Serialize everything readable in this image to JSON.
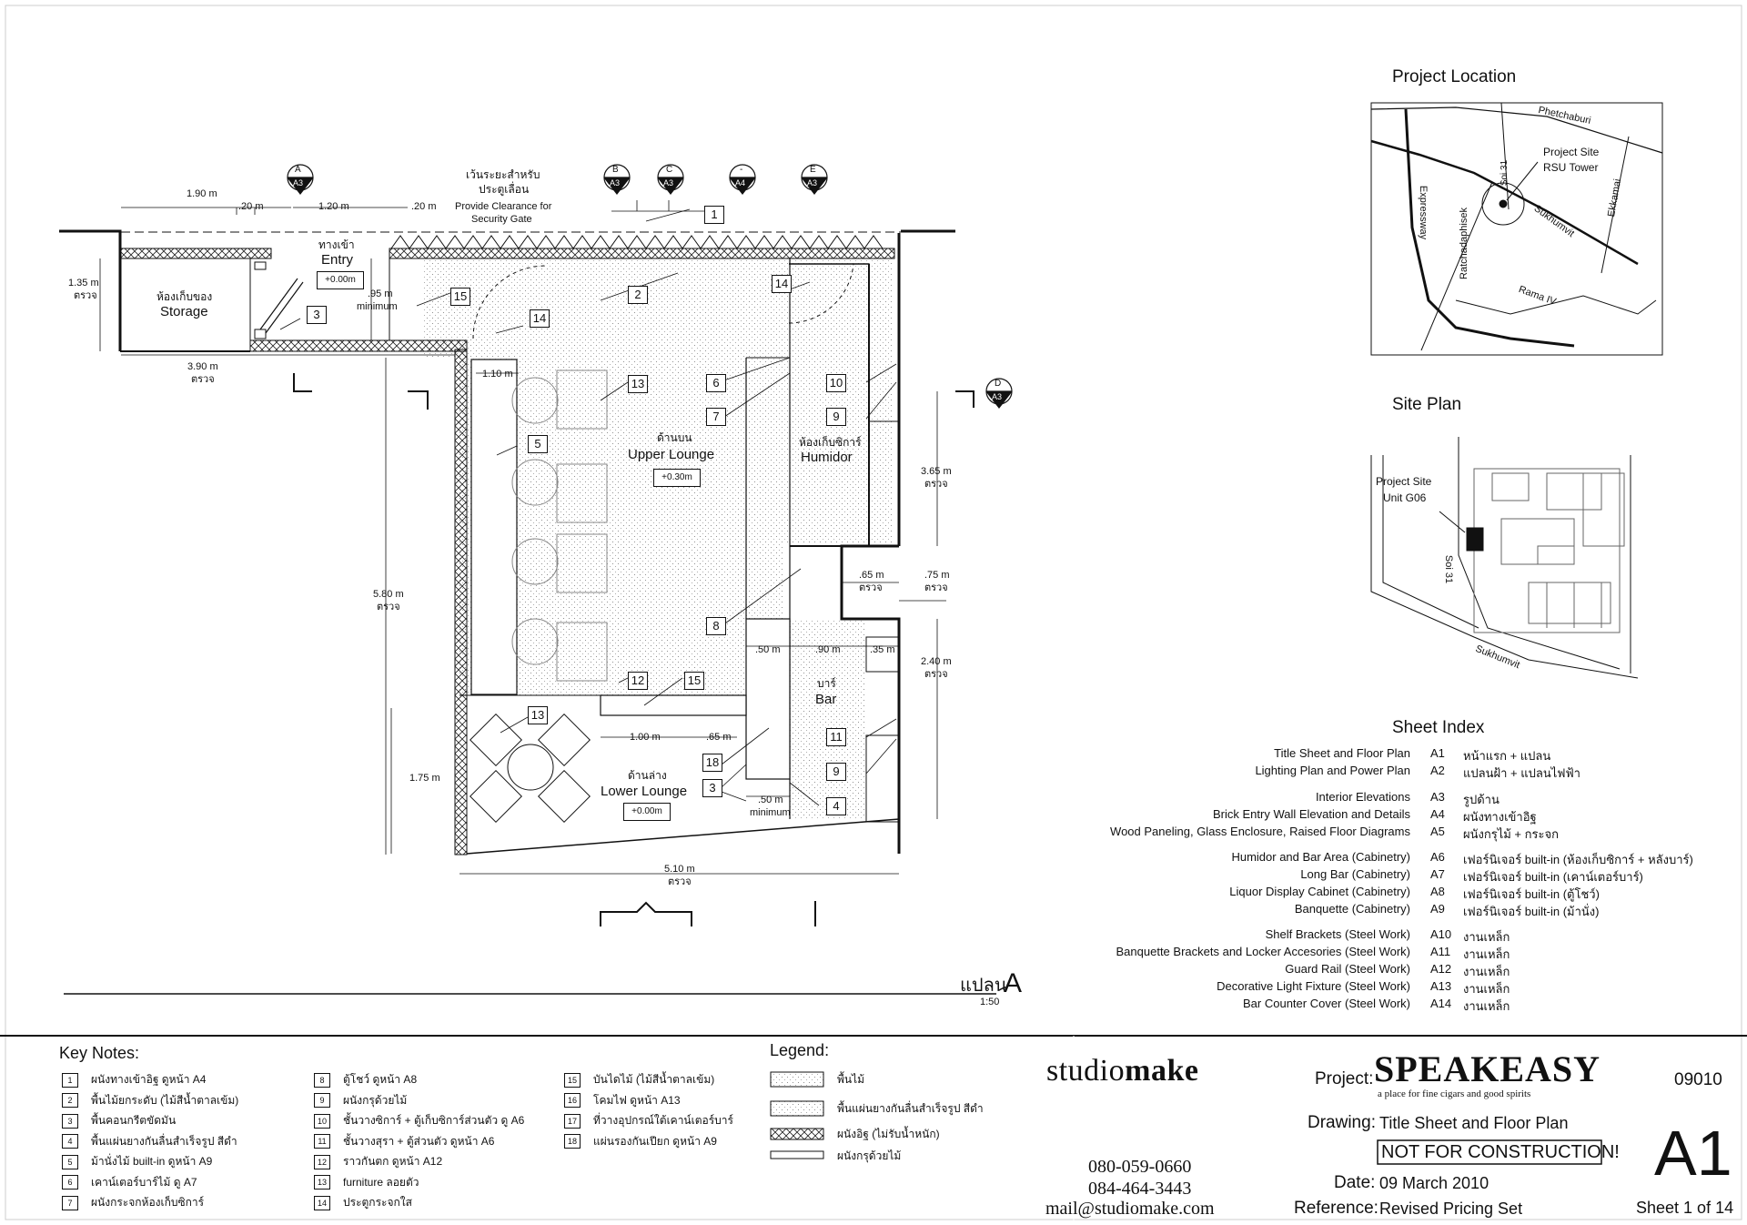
{
  "plan": {
    "title_thai": "แปลน",
    "title_letter": "A",
    "scale": "1:50",
    "rooms": {
      "storage_thai": "ห้องเก็บของ",
      "storage": "Storage",
      "entry_thai": "ทางเข้า",
      "entry": "Entry",
      "entry_level": "+0.00m",
      "upper_thai": "ด้านบน",
      "upper": "Upper Lounge",
      "upper_level": "+0.30m",
      "humidor_thai": "ห้องเก็บซิการ์",
      "humidor": "Humidor",
      "bar_thai": "บาร์",
      "bar": "Bar",
      "lower_thai": "ด้านล่าง",
      "lower": "Lower Lounge",
      "lower_level": "+0.00m"
    },
    "clearance_thai_1": "เว้นระยะสำหรับ",
    "clearance_thai_2": "ประตูเลื่อน",
    "clearance_en_1": "Provide Clearance for",
    "clearance_en_2": "Security Gate",
    "dims": {
      "d190": "1.90 m",
      "d20a": ".20 m",
      "d120": "1.20 m",
      "d20b": ".20 m",
      "d135": "1.35 m",
      "d135v": "ตรวจ",
      "d95": ".95 m",
      "d95min": "minimum",
      "d390": "3.90 m",
      "d390v": "ตรวจ",
      "d110": "1.10 m",
      "d580": "5.80 m",
      "d580v": "ตรวจ",
      "d365": "3.65 m",
      "d365v": "ตรวจ",
      "d65": ".65 m",
      "d65v": "ตรวจ",
      "d75": ".75 m",
      "d75v": "ตรวจ",
      "d50": ".50 m",
      "d90": ".90 m",
      "d35": ".35 m",
      "d240": "2.40 m",
      "d240v": "ตรวจ",
      "d100": "1.00 m",
      "d65b": ".65 m",
      "d175": "1.75 m",
      "d50b": ".50 m",
      "d50min": "minimum",
      "d510": "5.10 m",
      "d510v": "ตรวจ"
    },
    "section_markers": [
      {
        "top": "A",
        "bot": "A3"
      },
      {
        "top": "B",
        "bot": "A3"
      },
      {
        "top": "C",
        "bot": "A3"
      },
      {
        "top": "-",
        "bot": "A4"
      },
      {
        "top": "E",
        "bot": "A3"
      },
      {
        "top": "D",
        "bot": "A3"
      }
    ],
    "callouts": [
      "1",
      "2",
      "3",
      "14",
      "15",
      "14",
      "13",
      "6",
      "7",
      "10",
      "9",
      "5",
      "8",
      "12",
      "15",
      "13",
      "18",
      "3",
      "11",
      "9",
      "4"
    ]
  },
  "location": {
    "title": "Project Location",
    "phetchaburi": "Phetchaburi",
    "soi31": "Soi 31",
    "site_1": "Project Site",
    "site_2": "RSU Tower",
    "expressway": "Expressway",
    "ratchadaphisek": "Ratchadaphisek",
    "sukhumvit": "Sukhumvit",
    "ekkamai": "Ekkamai",
    "rama4": "Rama IV"
  },
  "siteplan": {
    "title": "Site Plan",
    "site_1": "Project Site",
    "site_2": "Unit G06",
    "soi31": "Soi 31",
    "sukhumvit": "Sukhumvit"
  },
  "index": {
    "title": "Sheet Index",
    "rows": [
      {
        "t": "Title Sheet and Floor Plan",
        "c": "A1",
        "d": "หน้าแรก + แปลน"
      },
      {
        "t": "Lighting Plan and Power Plan",
        "c": "A2",
        "d": "แปลนฝ้า + แปลนไฟฟ้า"
      },
      {
        "t": "Interior Elevations",
        "c": "A3",
        "d": "รูปด้าน"
      },
      {
        "t": "Brick Entry Wall Elevation and Details",
        "c": "A4",
        "d": "ผนังทางเข้าอิฐ"
      },
      {
        "t": "Wood Paneling, Glass Enclosure, Raised Floor Diagrams",
        "c": "A5",
        "d": "ผนังกรุไม้ + กระจก"
      },
      {
        "t": "Humidor and Bar Area (Cabinetry)",
        "c": "A6",
        "d": "เฟอร์นิเจอร์ built-in (ห้องเก็บซิการ์ + หลังบาร์)"
      },
      {
        "t": "Long Bar (Cabinetry)",
        "c": "A7",
        "d": "เฟอร์นิเจอร์ built-in (เคาน์เตอร์บาร์)"
      },
      {
        "t": "Liquor Display Cabinet (Cabinetry)",
        "c": "A8",
        "d": "เฟอร์นิเจอร์ built-in (ตู้โชว์)"
      },
      {
        "t": "Banquette (Cabinetry)",
        "c": "A9",
        "d": "เฟอร์นิเจอร์ built-in (ม้านั่ง)"
      },
      {
        "t": "Shelf Brackets (Steel Work)",
        "c": "A10",
        "d": "งานเหล็ก"
      },
      {
        "t": "Banquette Brackets and Locker Accesories (Steel Work)",
        "c": "A11",
        "d": "งานเหล็ก"
      },
      {
        "t": "Guard Rail (Steel Work)",
        "c": "A12",
        "d": "งานเหล็ก"
      },
      {
        "t": "Decorative Light Fixture (Steel Work)",
        "c": "A13",
        "d": "งานเหล็ก"
      },
      {
        "t": "Bar Counter Cover (Steel Work)",
        "c": "A14",
        "d": "งานเหล็ก"
      }
    ]
  },
  "keynotes": {
    "title": "Key Notes:",
    "items": [
      {
        "n": "1",
        "t": "ผนังทางเข้าอิฐ ดูหน้า A4"
      },
      {
        "n": "2",
        "t": "พื้นไม้ยกระดับ (ไม้สีน้ำตาลเข้ม)"
      },
      {
        "n": "3",
        "t": "พื้นคอนกรีตขัดมัน"
      },
      {
        "n": "4",
        "t": "พื้นแผ่นยางกันลื่นสำเร็จรูป สีดำ"
      },
      {
        "n": "5",
        "t": "ม้านั่งไม้ built-in ดูหน้า A9"
      },
      {
        "n": "6",
        "t": "เคาน์เตอร์บาร์ไม้ ดู A7"
      },
      {
        "n": "7",
        "t": "ผนังกระจกห้องเก็บซิการ์"
      },
      {
        "n": "8",
        "t": "ตู้โชว์ ดูหน้า A8"
      },
      {
        "n": "9",
        "t": "ผนังกรุด้วยไม้"
      },
      {
        "n": "10",
        "t": "ชั้นวางซิการ์ + ตู้เก็บซิการ์ส่วนตัว ดู A6"
      },
      {
        "n": "11",
        "t": "ชั้นวางสุรา + ตู้ส่วนตัว ดูหน้า A6"
      },
      {
        "n": "12",
        "t": "ราวกันตก ดูหน้า A12"
      },
      {
        "n": "13",
        "t": "furniture ลอยตัว"
      },
      {
        "n": "14",
        "t": "ประตูกระจกใส"
      },
      {
        "n": "15",
        "t": "บันไดไม้ (ไม้สีน้ำตาลเข้ม)"
      },
      {
        "n": "16",
        "t": "โคมไฟ ดูหน้า A13"
      },
      {
        "n": "17",
        "t": "ที่วางอุปกรณ์ใต้เคาน์เตอร์บาร์"
      },
      {
        "n": "18",
        "t": "แผ่นรองกันเปียก ดูหน้า A9"
      }
    ]
  },
  "legend": {
    "title": "Legend:",
    "items": [
      "พื้นไม้",
      "พื้นแผ่นยางกันลื่นสำเร็จรูป สีดำ",
      "ผนังอิฐ (ไม่รับน้ำหนัก)",
      "ผนังกรุด้วยไม้"
    ]
  },
  "titleblock": {
    "firm_light": "studio",
    "firm_bold": "make",
    "phone1": "080-059-0660",
    "phone2": "084-464-3443",
    "email": "mail@studiomake.com",
    "project_label": "Project:",
    "project_name": "SPEAKEASY",
    "project_tagline": "a place for fine cigars and good spirits",
    "job_no": "09010",
    "drawing_label": "Drawing:",
    "drawing": "Title Sheet and Floor Plan",
    "warning": "NOT FOR CONSTRUCTION!",
    "date_label": "Date:",
    "date": "09 March 2010",
    "ref_label": "Reference:",
    "ref": "Revised Pricing Set",
    "sheet_code": "A1",
    "sheet_of": "Sheet 1 of 14"
  }
}
